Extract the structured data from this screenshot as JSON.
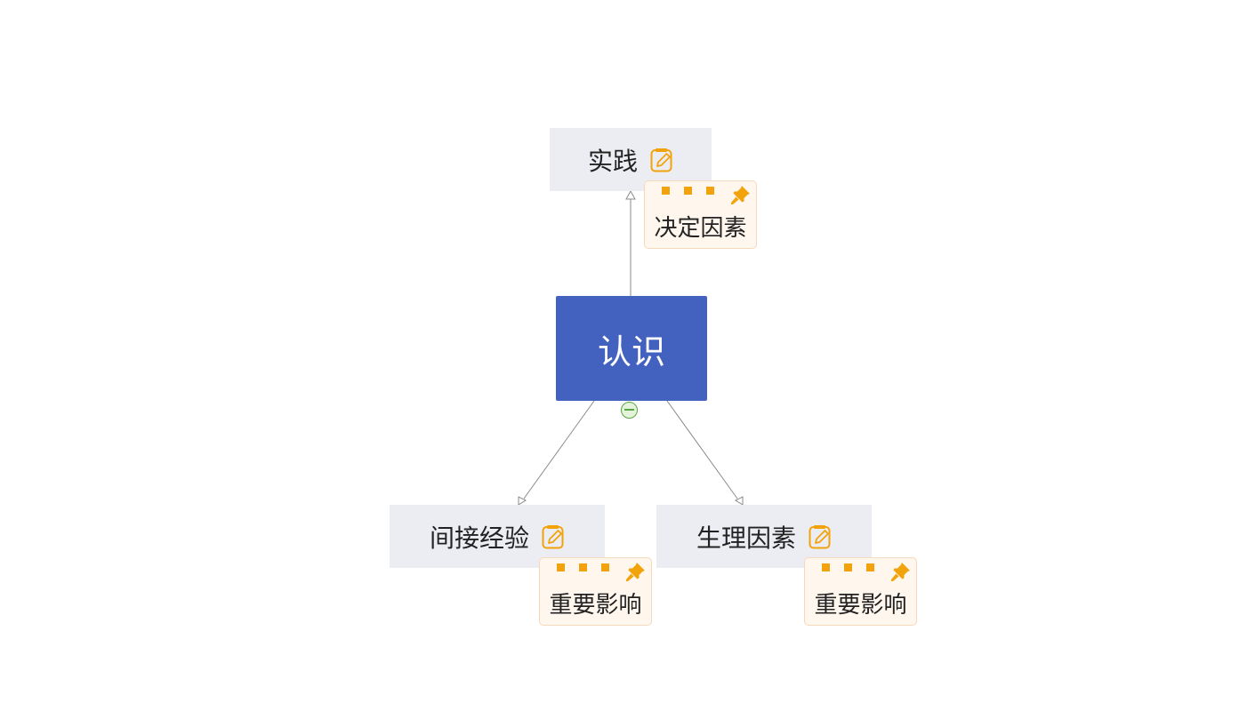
{
  "diagram": {
    "central": {
      "label": "认识",
      "color": "#4361bf"
    },
    "topics": [
      {
        "label": "实践",
        "note": "决定因素"
      },
      {
        "label": "间接经验",
        "note": "重要影响"
      },
      {
        "label": "生理因素",
        "note": "重要影响"
      }
    ]
  },
  "colors": {
    "topic_bg": "#ecedf3",
    "callout_bg": "#fff6ee",
    "accent_orange": "#f2a30c",
    "collapse_green": "#5aa640"
  },
  "icons": {
    "note": "edit-note-icon",
    "pin": "pushpin-icon",
    "collapse": "collapse-minus-icon"
  }
}
